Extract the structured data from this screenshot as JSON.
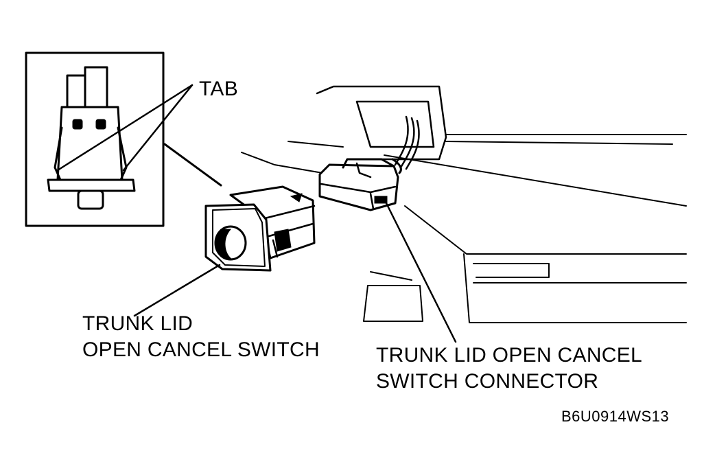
{
  "labels": {
    "tab": "TAB",
    "switch_line1": "TRUNK LID",
    "switch_line2": "OPEN CANCEL SWITCH",
    "connector_line1": "TRUNK LID OPEN CANCEL",
    "connector_line2": "SWITCH CONNECTOR",
    "figure_code": "B6U0914WS13"
  }
}
